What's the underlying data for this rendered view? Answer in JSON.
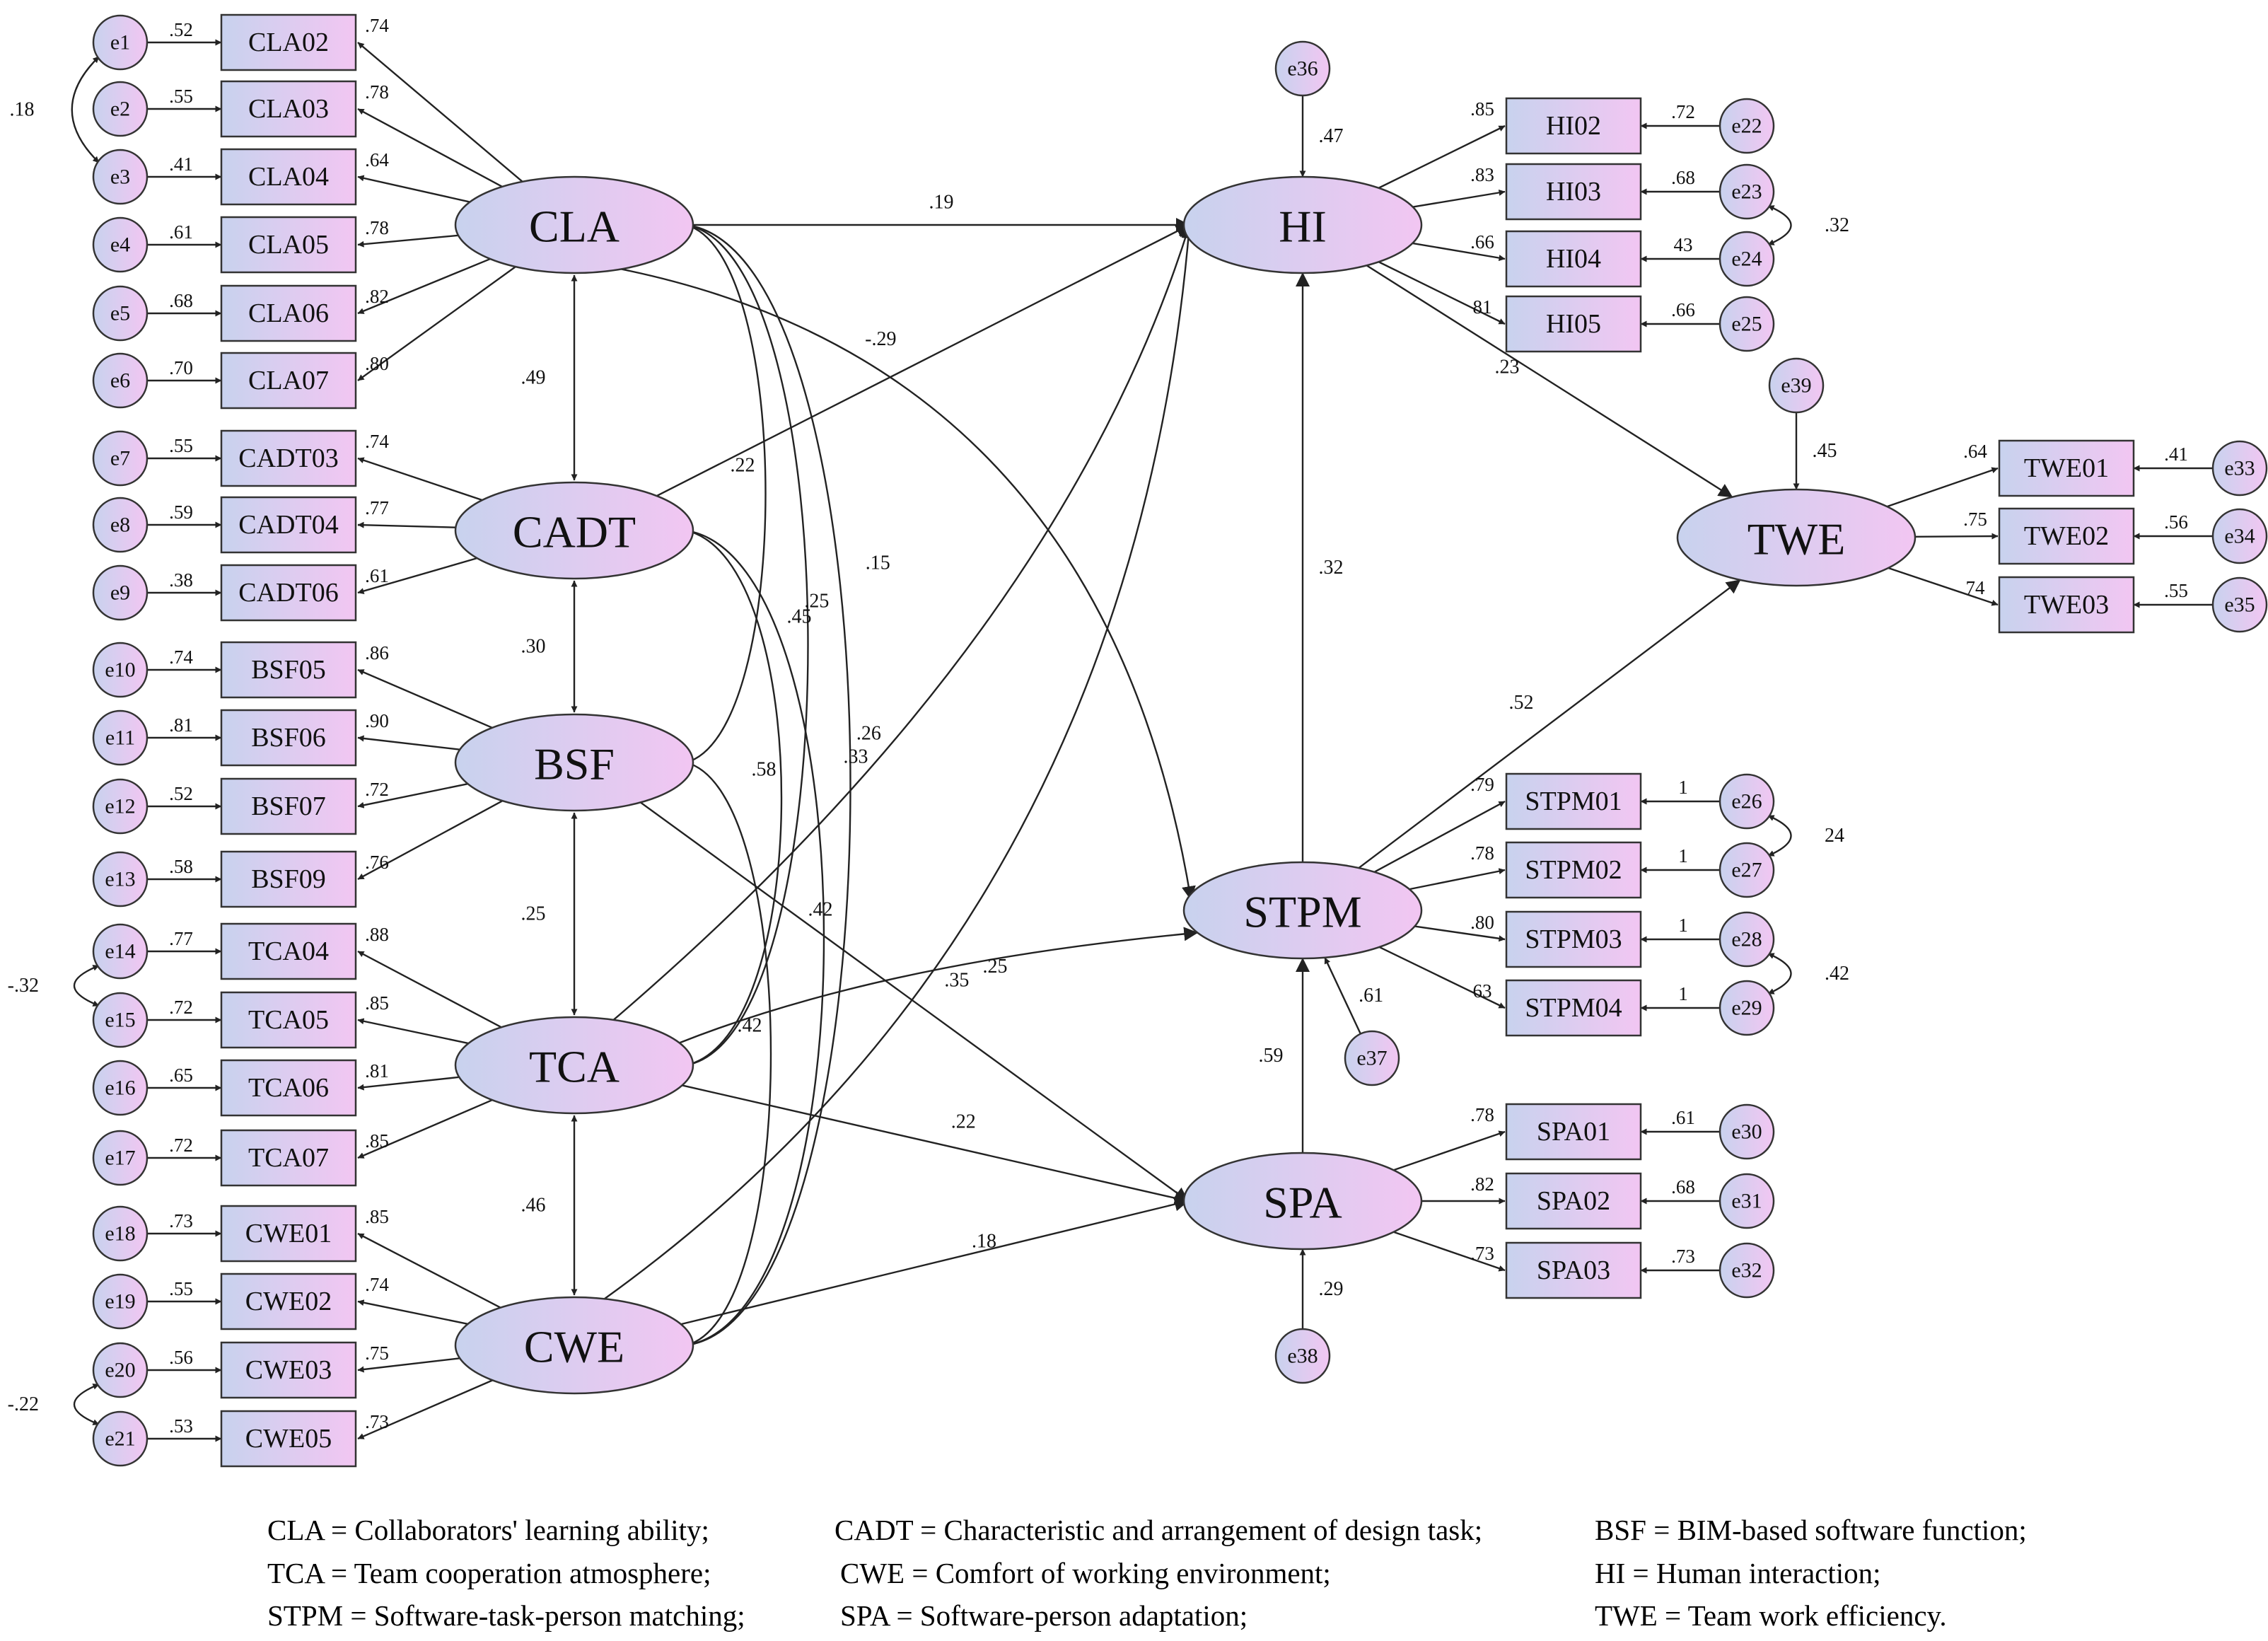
{
  "latents": [
    {
      "id": "CLA",
      "label": "CLA"
    },
    {
      "id": "CADT",
      "label": "CADT"
    },
    {
      "id": "BSF",
      "label": "BSF"
    },
    {
      "id": "TCA",
      "label": "TCA"
    },
    {
      "id": "CWE",
      "label": "CWE"
    },
    {
      "id": "HI",
      "label": "HI"
    },
    {
      "id": "STPM",
      "label": "STPM"
    },
    {
      "id": "SPA",
      "label": "SPA"
    },
    {
      "id": "TWE",
      "label": "TWE"
    }
  ],
  "indicators_left": [
    {
      "error": "e1",
      "err_w": ".52",
      "label": "CLA02",
      "loading": ".74",
      "latent": "CLA"
    },
    {
      "error": "e2",
      "err_w": ".55",
      "label": "CLA03",
      "loading": ".78",
      "latent": "CLA"
    },
    {
      "error": "e3",
      "err_w": ".41",
      "label": "CLA04",
      "loading": ".64",
      "latent": "CLA"
    },
    {
      "error": "e4",
      "err_w": ".61",
      "label": "CLA05",
      "loading": ".78",
      "latent": "CLA"
    },
    {
      "error": "e5",
      "err_w": ".68",
      "label": "CLA06",
      "loading": ".82",
      "latent": "CLA"
    },
    {
      "error": "e6",
      "err_w": ".70",
      "label": "CLA07",
      "loading": ".80",
      "latent": "CLA"
    },
    {
      "error": "e7",
      "err_w": ".55",
      "label": "CADT03",
      "loading": ".74",
      "latent": "CADT"
    },
    {
      "error": "e8",
      "err_w": ".59",
      "label": "CADT04",
      "loading": ".77",
      "latent": "CADT"
    },
    {
      "error": "e9",
      "err_w": ".38",
      "label": "CADT06",
      "loading": ".61",
      "latent": "CADT"
    },
    {
      "error": "e10",
      "err_w": ".74",
      "label": "BSF05",
      "loading": ".86",
      "latent": "BSF"
    },
    {
      "error": "e11",
      "err_w": ".81",
      "label": "BSF06",
      "loading": ".90",
      "latent": "BSF"
    },
    {
      "error": "e12",
      "err_w": ".52",
      "label": "BSF07",
      "loading": ".72",
      "latent": "BSF"
    },
    {
      "error": "e13",
      "err_w": ".58",
      "label": "BSF09",
      "loading": ".76",
      "latent": "BSF"
    },
    {
      "error": "e14",
      "err_w": ".77",
      "label": "TCA04",
      "loading": ".88",
      "latent": "TCA"
    },
    {
      "error": "e15",
      "err_w": ".72",
      "label": "TCA05",
      "loading": ".85",
      "latent": "TCA"
    },
    {
      "error": "e16",
      "err_w": ".65",
      "label": "TCA06",
      "loading": ".81",
      "latent": "TCA"
    },
    {
      "error": "e17",
      "err_w": ".72",
      "label": "TCA07",
      "loading": ".85",
      "latent": "TCA"
    },
    {
      "error": "e18",
      "err_w": ".73",
      "label": "CWE01",
      "loading": ".85",
      "latent": "CWE"
    },
    {
      "error": "e19",
      "err_w": ".55",
      "label": "CWE02",
      "loading": ".74",
      "latent": "CWE"
    },
    {
      "error": "e20",
      "err_w": ".56",
      "label": "CWE03",
      "loading": ".75",
      "latent": "CWE"
    },
    {
      "error": "e21",
      "err_w": ".53",
      "label": "CWE05",
      "loading": ".73",
      "latent": "CWE"
    }
  ],
  "error_covariances_left": [
    {
      "a": "e1",
      "b": "e3",
      "value": ".18"
    },
    {
      "a": "e14",
      "b": "e15",
      "value": "-.32"
    },
    {
      "a": "e20",
      "b": "e21",
      "value": "-.22"
    }
  ],
  "indicators_right": [
    {
      "error": "e22",
      "err_w": ".72",
      "label": "HI02",
      "loading": ".85",
      "latent": "HI"
    },
    {
      "error": "e23",
      "err_w": ".68",
      "label": "HI03",
      "loading": ".83",
      "latent": "HI"
    },
    {
      "error": "e24",
      "err_w": "43",
      "label": "HI04",
      "loading": ".66",
      "latent": "HI"
    },
    {
      "error": "e25",
      "err_w": ".66",
      "label": "HI05",
      "loading": "81",
      "latent": "HI"
    },
    {
      "error": "e26",
      "err_w": "1",
      "label": "STPM01",
      "loading": ".79",
      "latent": "STPM"
    },
    {
      "error": "e27",
      "err_w": "1",
      "label": "STPM02",
      "loading": ".78",
      "latent": "STPM"
    },
    {
      "error": "e28",
      "err_w": "1",
      "label": "STPM03",
      "loading": ".80",
      "latent": "STPM"
    },
    {
      "error": "e29",
      "err_w": "1",
      "label": "STPM04",
      "loading": "63",
      "latent": "STPM"
    },
    {
      "error": "e30",
      "err_w": ".61",
      "label": "SPA01",
      "loading": ".78",
      "latent": "SPA"
    },
    {
      "error": "e31",
      "err_w": ".68",
      "label": "SPA02",
      "loading": ".82",
      "latent": "SPA"
    },
    {
      "error": "e32",
      "err_w": ".73",
      "label": "SPA03",
      "loading": ".73",
      "latent": "SPA"
    },
    {
      "error": "e33",
      "err_w": ".41",
      "label": "TWE01",
      "loading": ".64",
      "latent": "TWE"
    },
    {
      "error": "e34",
      "err_w": ".56",
      "label": "TWE02",
      "loading": ".75",
      "latent": "TWE"
    },
    {
      "error": "e35",
      "err_w": ".55",
      "label": "TWE03",
      "loading": "74",
      "latent": "TWE"
    }
  ],
  "error_covariances_right": [
    {
      "a": "e23",
      "b": "e24",
      "value": ".32"
    },
    {
      "a": "e26",
      "b": "e27",
      "value": "24"
    },
    {
      "a": "e28",
      "b": "e29",
      "value": ".42"
    }
  ],
  "disturbances": [
    {
      "error": "e36",
      "value": ".47",
      "latent": "HI"
    },
    {
      "error": "e37",
      "value": ".61",
      "latent": "STPM"
    },
    {
      "error": "e38",
      "value": ".29",
      "latent": "SPA"
    },
    {
      "error": "e39",
      "value": ".45",
      "latent": "TWE"
    }
  ],
  "latent_covariances_adjacent": [
    {
      "a": "CLA",
      "b": "CADT",
      "value": ".49"
    },
    {
      "a": "CADT",
      "b": "BSF",
      "value": ".30"
    },
    {
      "a": "BSF",
      "b": "TCA",
      "value": ".25"
    },
    {
      "a": "TCA",
      "b": "CWE",
      "value": ".46"
    }
  ],
  "latent_covariances_curved": [
    {
      "a": "CLA",
      "b": "BSF",
      "value": ".22"
    },
    {
      "a": "CLA",
      "b": "TCA",
      "value": ".45"
    },
    {
      "a": "CLA",
      "b": "CWE",
      "value": ".33"
    },
    {
      "a": "CADT",
      "b": "TCA",
      "value": ".58"
    },
    {
      "a": "CADT",
      "b": "CWE",
      "value": ".42"
    },
    {
      "a": "BSF",
      "b": "CWE",
      "value": ".42"
    }
  ],
  "structural_paths": [
    {
      "from": "CLA",
      "to": "HI",
      "value": ".19"
    },
    {
      "from": "CADT",
      "to": "HI",
      "value": "-.29"
    },
    {
      "from": "TCA",
      "to": "HI",
      "value": ".25"
    },
    {
      "from": "CWE",
      "to": "HI",
      "value": ".26"
    },
    {
      "from": "CLA",
      "to": "STPM",
      "value": ".15"
    },
    {
      "from": "TCA",
      "to": "STPM",
      "value": ".25"
    },
    {
      "from": "BSF",
      "to": "SPA",
      "value": ".35"
    },
    {
      "from": "TCA",
      "to": "SPA",
      "value": ".22"
    },
    {
      "from": "CWE",
      "to": "SPA",
      "value": ".18"
    },
    {
      "from": "STPM",
      "to": "HI",
      "value": ".32"
    },
    {
      "from": "SPA",
      "to": "STPM",
      "value": ".59"
    },
    {
      "from": "HI",
      "to": "TWE",
      "value": ".23"
    },
    {
      "from": "STPM",
      "to": "TWE",
      "value": ".52"
    }
  ],
  "legend": {
    "line1": [
      "CLA = Collaborators' learning ability;",
      "CADT = Characteristic and arrangement of design task;",
      "BSF = BIM-based software function;"
    ],
    "line2": [
      "TCA = Team cooperation atmosphere;",
      "CWE = Comfort of working environment;",
      "HI = Human interaction;"
    ],
    "line3": [
      "STPM = Software-task-person matching;",
      "SPA = Software-person adaptation;",
      "TWE = Team work efficiency."
    ]
  },
  "colors": {
    "node_fill_start": "#c8d2ee",
    "node_fill_end": "#f2c6f2",
    "stroke": "#333333"
  }
}
